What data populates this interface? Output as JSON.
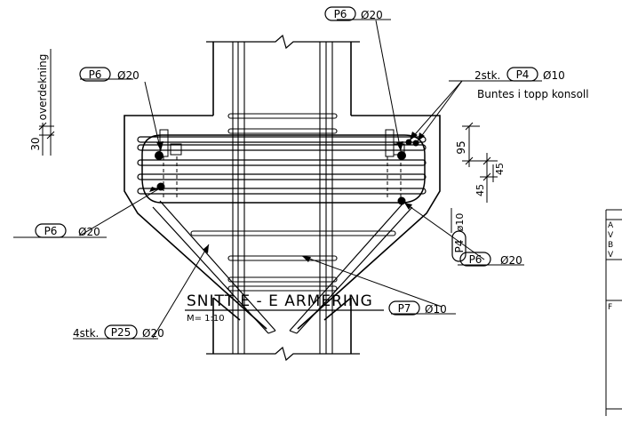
{
  "labels": {
    "p6_top": "P6",
    "p6_top_dim": "Ø20",
    "p6_left": "P6",
    "p6_left_dim": "Ø20",
    "p4_count": "2stk.",
    "p4_tag": "P4",
    "p4_dim": "Ø10",
    "p4_note": "Buntes i topp konsoll",
    "p6_lower_left": "P6",
    "p6_lower_left_dim": "Ø20",
    "p25_count": "4stk.",
    "p25_tag": "P25",
    "p25_dim": "Ø20",
    "p6_lower_right": "P6",
    "p6_lower_right_dim": "Ø20",
    "p7_tag": "P7",
    "p7_dim": "Ø10",
    "p4_vertical_tag": "P4",
    "p4_vertical_dim": "ø10"
  },
  "dimensions": {
    "cover_value": "30",
    "cover_label": "overdekning",
    "dim_95": "95",
    "dim_45a": "45",
    "dim_45b": "45"
  },
  "title": {
    "main": "SNITT E - E ARMERING",
    "scale": "M= 1:10"
  },
  "titleblock": {
    "letters": [
      "A",
      "V",
      "B",
      "V"
    ],
    "row2": "F"
  }
}
